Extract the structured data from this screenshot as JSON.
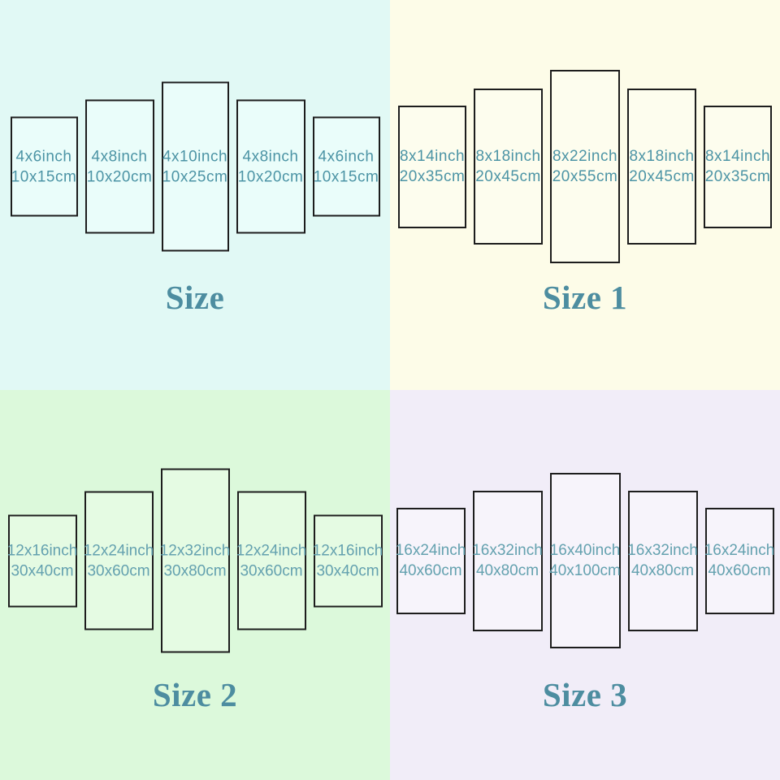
{
  "quadrants": [
    {
      "title": "Size",
      "bg": "#e1f9f5",
      "panel_bg": "#eafdfa",
      "panels": [
        {
          "inch": "4x6inch",
          "cm": "10x15cm"
        },
        {
          "inch": "4x8inch",
          "cm": "10x20cm"
        },
        {
          "inch": "4x10inch",
          "cm": "10x25cm"
        },
        {
          "inch": "4x8inch",
          "cm": "10x20cm"
        },
        {
          "inch": "4x6inch",
          "cm": "10x15cm"
        }
      ]
    },
    {
      "title": "Size 1",
      "bg": "#fdfce8",
      "panel_bg": "#fdfdee",
      "panels": [
        {
          "inch": "8x14inch",
          "cm": "20x35cm"
        },
        {
          "inch": "8x18inch",
          "cm": "20x45cm"
        },
        {
          "inch": "8x22inch",
          "cm": "20x55cm"
        },
        {
          "inch": "8x18inch",
          "cm": "20x45cm"
        },
        {
          "inch": "8x14inch",
          "cm": "20x35cm"
        }
      ]
    },
    {
      "title": "Size 2",
      "bg": "#dcf9db",
      "panel_bg": "#e5fbe3",
      "panels": [
        {
          "inch": "12x16inch",
          "cm": "30x40cm"
        },
        {
          "inch": "12x24inch",
          "cm": "30x60cm"
        },
        {
          "inch": "12x32inch",
          "cm": "30x80cm"
        },
        {
          "inch": "12x24inch",
          "cm": "30x60cm"
        },
        {
          "inch": "12x16inch",
          "cm": "30x40cm"
        }
      ]
    },
    {
      "title": "Size 3",
      "bg": "#f1edf8",
      "panel_bg": "#f7f4fb",
      "panels": [
        {
          "inch": "16x24inch",
          "cm": "40x60cm"
        },
        {
          "inch": "16x32inch",
          "cm": "40x80cm"
        },
        {
          "inch": "16x40inch",
          "cm": "40x100cm"
        },
        {
          "inch": "16x32inch",
          "cm": "40x80cm"
        },
        {
          "inch": "16x24inch",
          "cm": "40x60cm"
        }
      ]
    }
  ],
  "colors": {
    "panel_border": "#1d1d1d",
    "label_text_top_quadrants": "#4c94a5",
    "label_text_bottom_quadrants": "#64a1af",
    "title_text": "#4d8da0"
  }
}
